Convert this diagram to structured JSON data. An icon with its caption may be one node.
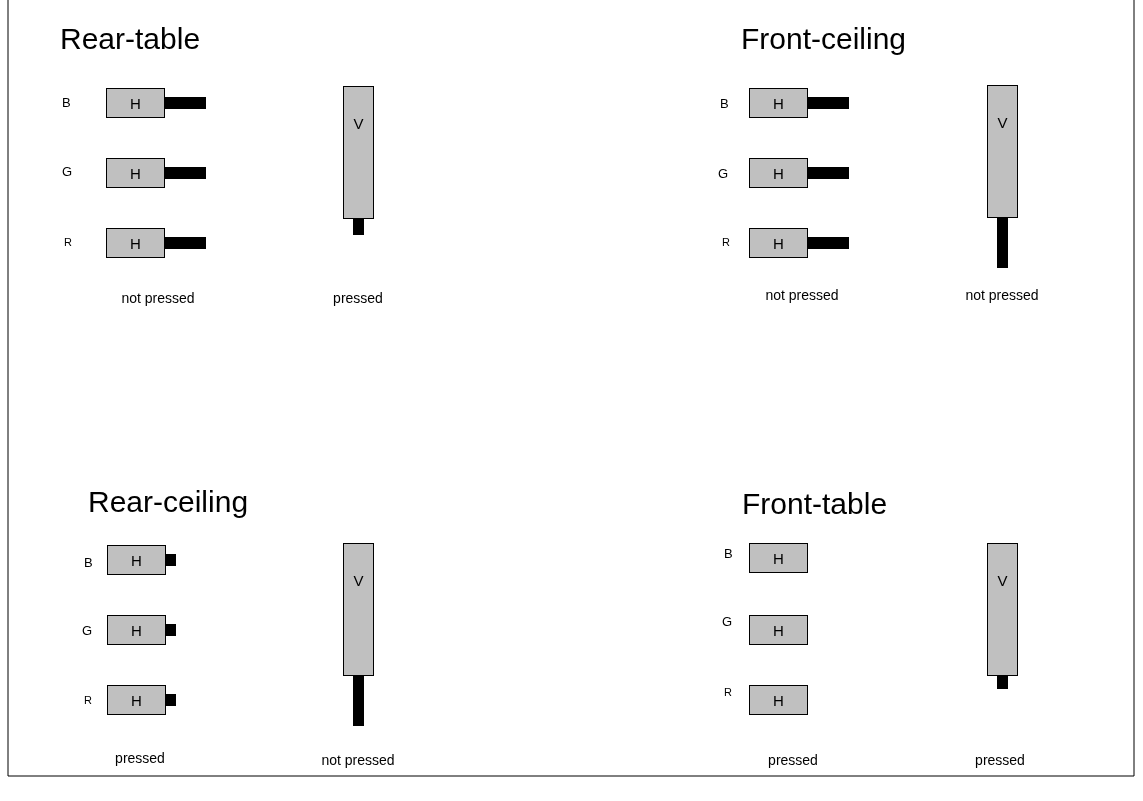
{
  "diagram": {
    "nodes": [
      {
        "text": [
          "H"
        ]
      },
      {
        "text": [
          "H"
        ]
      },
      {
        "text": [
          "H"
        ]
      },
      {
        "text": [
          "V"
        ]
      },
      {
        "text": [
          "H"
        ]
      },
      {
        "text": [
          "H"
        ]
      },
      {
        "text": [
          "H"
        ]
      },
      {
        "text": [
          "V"
        ]
      },
      {
        "text": [
          "H"
        ]
      },
      {
        "text": [
          "H"
        ]
      },
      {
        "text": [
          "H"
        ]
      },
      {
        "text": [
          "V"
        ]
      },
      {
        "text": [
          "H"
        ]
      },
      {
        "text": [
          "H"
        ]
      },
      {
        "text": [
          "H"
        ]
      },
      {
        "text": [
          "V"
        ]
      }
    ],
    "labels": [
      "Rear-table",
      "B",
      "G",
      "R",
      "not pressed",
      "pressed",
      "Front-ceiling",
      "B",
      "G",
      "R",
      "not pressed",
      "not pressed",
      "Rear-ceiling",
      "B",
      "G",
      "R",
      "pressed",
      "not pressed",
      "Front-table",
      "B",
      "G",
      "R",
      "pressed",
      "pressed"
    ]
  }
}
